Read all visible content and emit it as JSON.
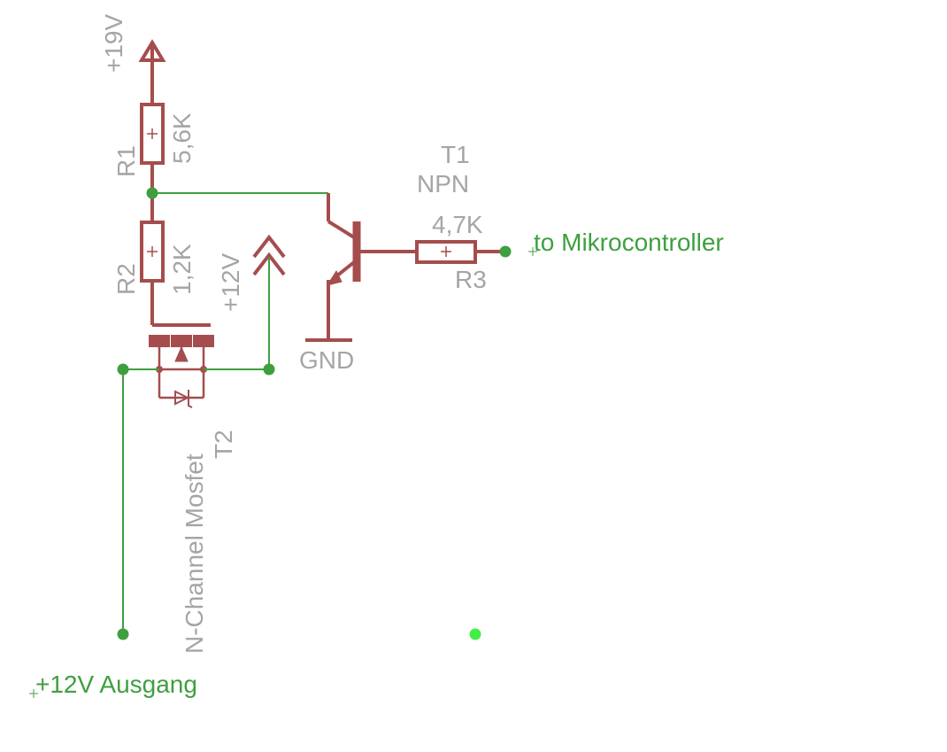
{
  "colors": {
    "symbol": "#a54d4d",
    "wire": "#3f9f3f",
    "label": "#a5a5a5",
    "junction": "#3f9f3f",
    "highlight": "#44ee44",
    "background": "#ffffff"
  },
  "supply": {
    "v19": "+19V",
    "v12": "+12V",
    "gnd": "GND"
  },
  "r1": {
    "name": "R1",
    "value": "5,6K"
  },
  "r2": {
    "name": "R2",
    "value": "1,2K"
  },
  "r3": {
    "name": "R3",
    "value": "4,7K"
  },
  "t1": {
    "name": "T1",
    "type": "NPN"
  },
  "t2": {
    "name": "T2",
    "type": "N-Channel Mosfet"
  },
  "nets": {
    "mcu": "to Mikrocontroller",
    "output": "+12V Ausgang"
  }
}
